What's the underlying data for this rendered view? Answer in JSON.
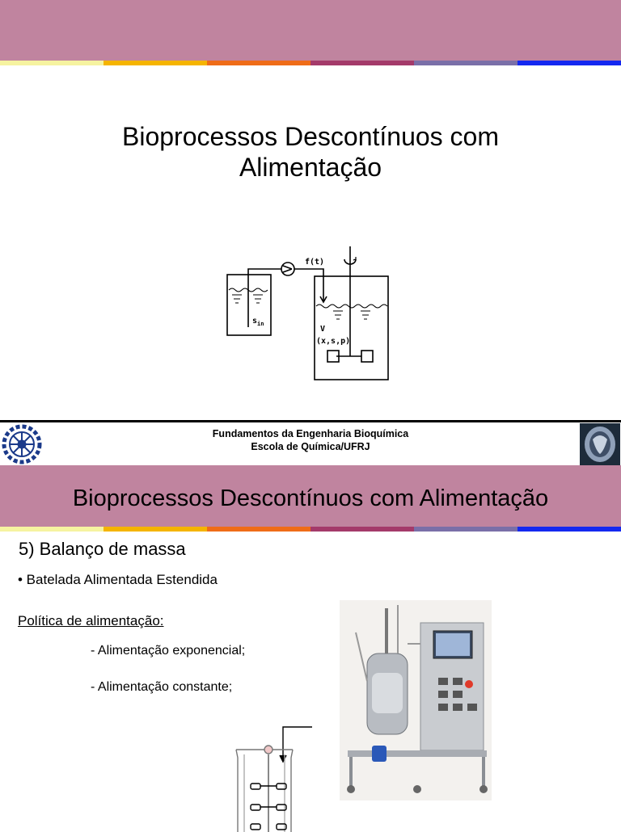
{
  "slide1": {
    "title_line1": "Bioprocessos Descontínuos com",
    "title_line2": "Alimentação",
    "diagram": {
      "flow_label": "f(t)",
      "feed_label": "s",
      "feed_sub": "in",
      "volume_label": "V",
      "state_label": "(x,s,p)"
    }
  },
  "footer": {
    "line1": "Fundamentos da Engenharia Bioquímica",
    "line2": "Escola de Química/UFRJ"
  },
  "slide2": {
    "title": "Bioprocessos Descontínuos com Alimentação",
    "heading": "5) Balanço de massa",
    "bullet": "• Batelada Alimentada Estendida",
    "policy_label": "Política de alimentação:",
    "items": [
      "- Alimentação exponencial;",
      "- Alimentação constante;"
    ]
  },
  "colors": {
    "banner": "#c0849f",
    "stripe": [
      "#f6f3a0",
      "#f5b400",
      "#ef6c18",
      "#a43a6a",
      "#7a6fa8",
      "#1428f0"
    ]
  }
}
